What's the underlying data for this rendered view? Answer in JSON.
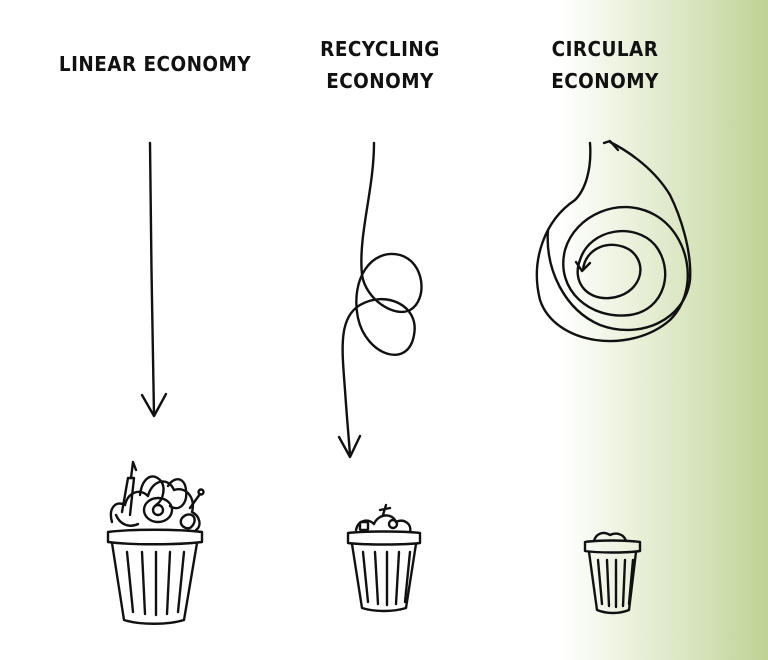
{
  "columns": [
    {
      "title_line1": "LINEAR ECONOMY",
      "title_line2": "",
      "bin_fill": "full",
      "path_icon": "straight-arrow-icon"
    },
    {
      "title_line1": "RECYCLING",
      "title_line2": "ECONOMY",
      "bin_fill": "half",
      "path_icon": "looped-arrow-icon"
    },
    {
      "title_line1": "CIRCULAR",
      "title_line2": "ECONOMY",
      "bin_fill": "almost-empty",
      "path_icon": "spiral-loop-arrow-icon"
    }
  ],
  "colors": {
    "ink": "#111111",
    "background": "#ffffff",
    "accent_gradient_end": "#bfd394"
  }
}
